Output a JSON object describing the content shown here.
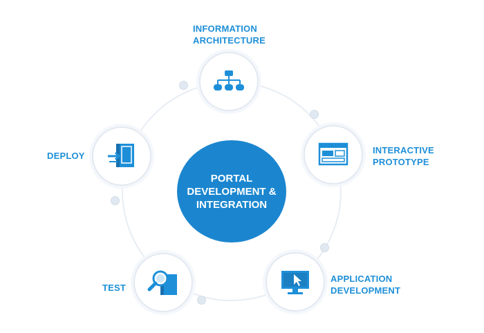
{
  "center": {
    "lines": [
      "PORTAL",
      "DEVELOPMENT &",
      "INTEGRATION"
    ]
  },
  "steps": [
    {
      "id": "information-architecture",
      "label_lines": [
        "INFORMATION",
        "ARCHITECTURE"
      ],
      "icon": "sitemap-icon"
    },
    {
      "id": "interactive-prototype",
      "label_lines": [
        "INTERACTIVE",
        "PROTOTYPE"
      ],
      "icon": "wireframe-icon"
    },
    {
      "id": "application-development",
      "label_lines": [
        "APPLICATION",
        "DEVELOPMENT"
      ],
      "icon": "monitor-cursor-icon"
    },
    {
      "id": "test",
      "label_lines": [
        "TEST"
      ],
      "icon": "magnifier-icon"
    },
    {
      "id": "deploy",
      "label_lines": [
        "DEPLOY"
      ],
      "icon": "deploy-icon"
    }
  ],
  "colors": {
    "accent": "#1d8fd8",
    "center_fill": "#1b86cf",
    "ring": "#e3e9f1"
  }
}
